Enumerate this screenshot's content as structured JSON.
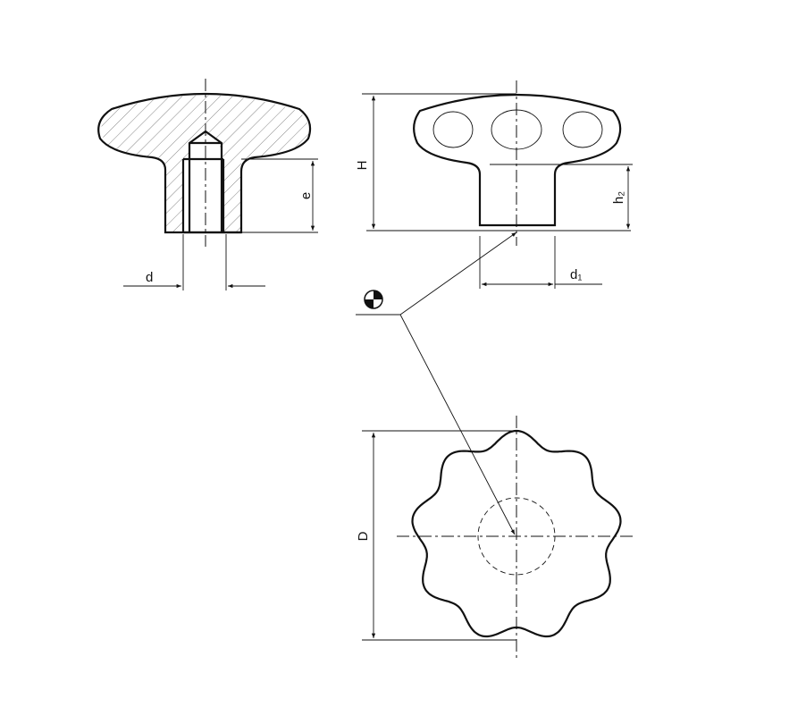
{
  "labels": {
    "thread_diameter": "d",
    "thread_depth": "e",
    "overall_height": "H",
    "boss_height": "h₂",
    "boss_diameter": "d₁",
    "head_diameter": "D"
  },
  "icons": {
    "center_of_gravity": "center-of-gravity-symbol"
  },
  "colors": {
    "line": "#111111",
    "background": "#ffffff"
  }
}
